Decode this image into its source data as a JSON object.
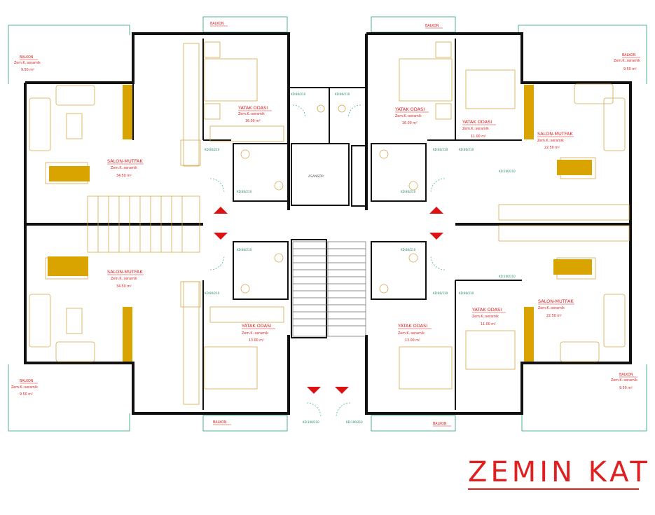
{
  "title": "ZEMIN KAT",
  "elevator_label": "ASANSÖR",
  "rooms": [
    {
      "name": "BALKON",
      "floor": "",
      "area": ""
    },
    {
      "name": "BALKON",
      "floor": "",
      "area": ""
    },
    {
      "name": "BALKON",
      "floor": "Zem.K.:seramik",
      "area": "9.50 m²"
    },
    {
      "name": "BALKON",
      "floor": "Zem.K.:seramik",
      "area": "9.50 m²"
    },
    {
      "name": "SALON-MUTFAK",
      "floor": "Zem.K.:seramik",
      "area": "34.50 m²"
    },
    {
      "name": "YATAK ODASI",
      "floor": "Zem.K.:seramik",
      "area": "16.00 m²"
    },
    {
      "name": "YATAK ODASI",
      "floor": "Zem.K.:seramik",
      "area": "16.00 m²"
    },
    {
      "name": "YATAK ODASI",
      "floor": "Zem.K.:seramik",
      "area": "11.00 m²"
    },
    {
      "name": "SALON-MUTFAK",
      "floor": "Zem.K.:seramik",
      "area": "22.50 m²"
    },
    {
      "name": "SALON-MUTFAK",
      "floor": "Zem.K.:seramik",
      "area": "34.50 m²"
    },
    {
      "name": "YATAK ODASI",
      "floor": "Zem.K.:seramik",
      "area": "13.00 m²"
    },
    {
      "name": "YATAK ODASI",
      "floor": "Zem.K.:seramik",
      "area": "13.00 m²"
    },
    {
      "name": "YATAK ODASI",
      "floor": "Zem.K.:seramik",
      "area": "11.00 m²"
    },
    {
      "name": "SALON-MUTFAK",
      "floor": "Zem.K.:seramik",
      "area": "22.50 m²"
    },
    {
      "name": "BALKON",
      "floor": "Zem.K.:seramik",
      "area": "9.50 m²"
    },
    {
      "name": "BALKON",
      "floor": "Zem.K.:seramik",
      "area": "9.50 m²"
    },
    {
      "name": "BALKON",
      "floor": "",
      "area": ""
    },
    {
      "name": "BALKON",
      "floor": "",
      "area": ""
    }
  ],
  "door_tags": [
    "KD:80/210",
    "KD:80/210",
    "KD:80/210",
    "KD:80/210",
    "KD:80/210",
    "KD:80/210",
    "KD:80/210",
    "KD:80/210",
    "KD:80/210",
    "KD:80/210",
    "KD:80/210",
    "KD:80/210",
    "KD:100/210",
    "KD:100/210",
    "KD:100/210",
    "KD:100/210"
  ],
  "colors": {
    "wall": "#111111",
    "furniture": "#d4a84a",
    "accent": "#d9a400",
    "label": "#e02020",
    "door": "#22a070"
  }
}
